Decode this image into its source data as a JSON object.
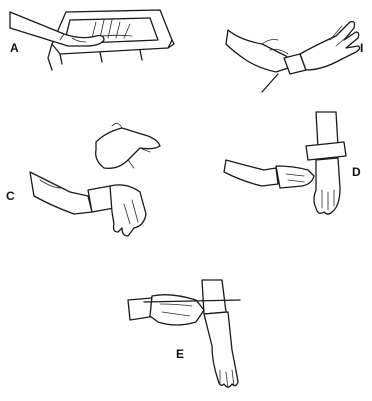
{
  "panels": [
    {
      "id": "A",
      "label": "A"
    },
    {
      "id": "B",
      "label": "I"
    },
    {
      "id": "C",
      "label": "C"
    },
    {
      "id": "D",
      "label": "D"
    },
    {
      "id": "E",
      "label": "E"
    }
  ]
}
